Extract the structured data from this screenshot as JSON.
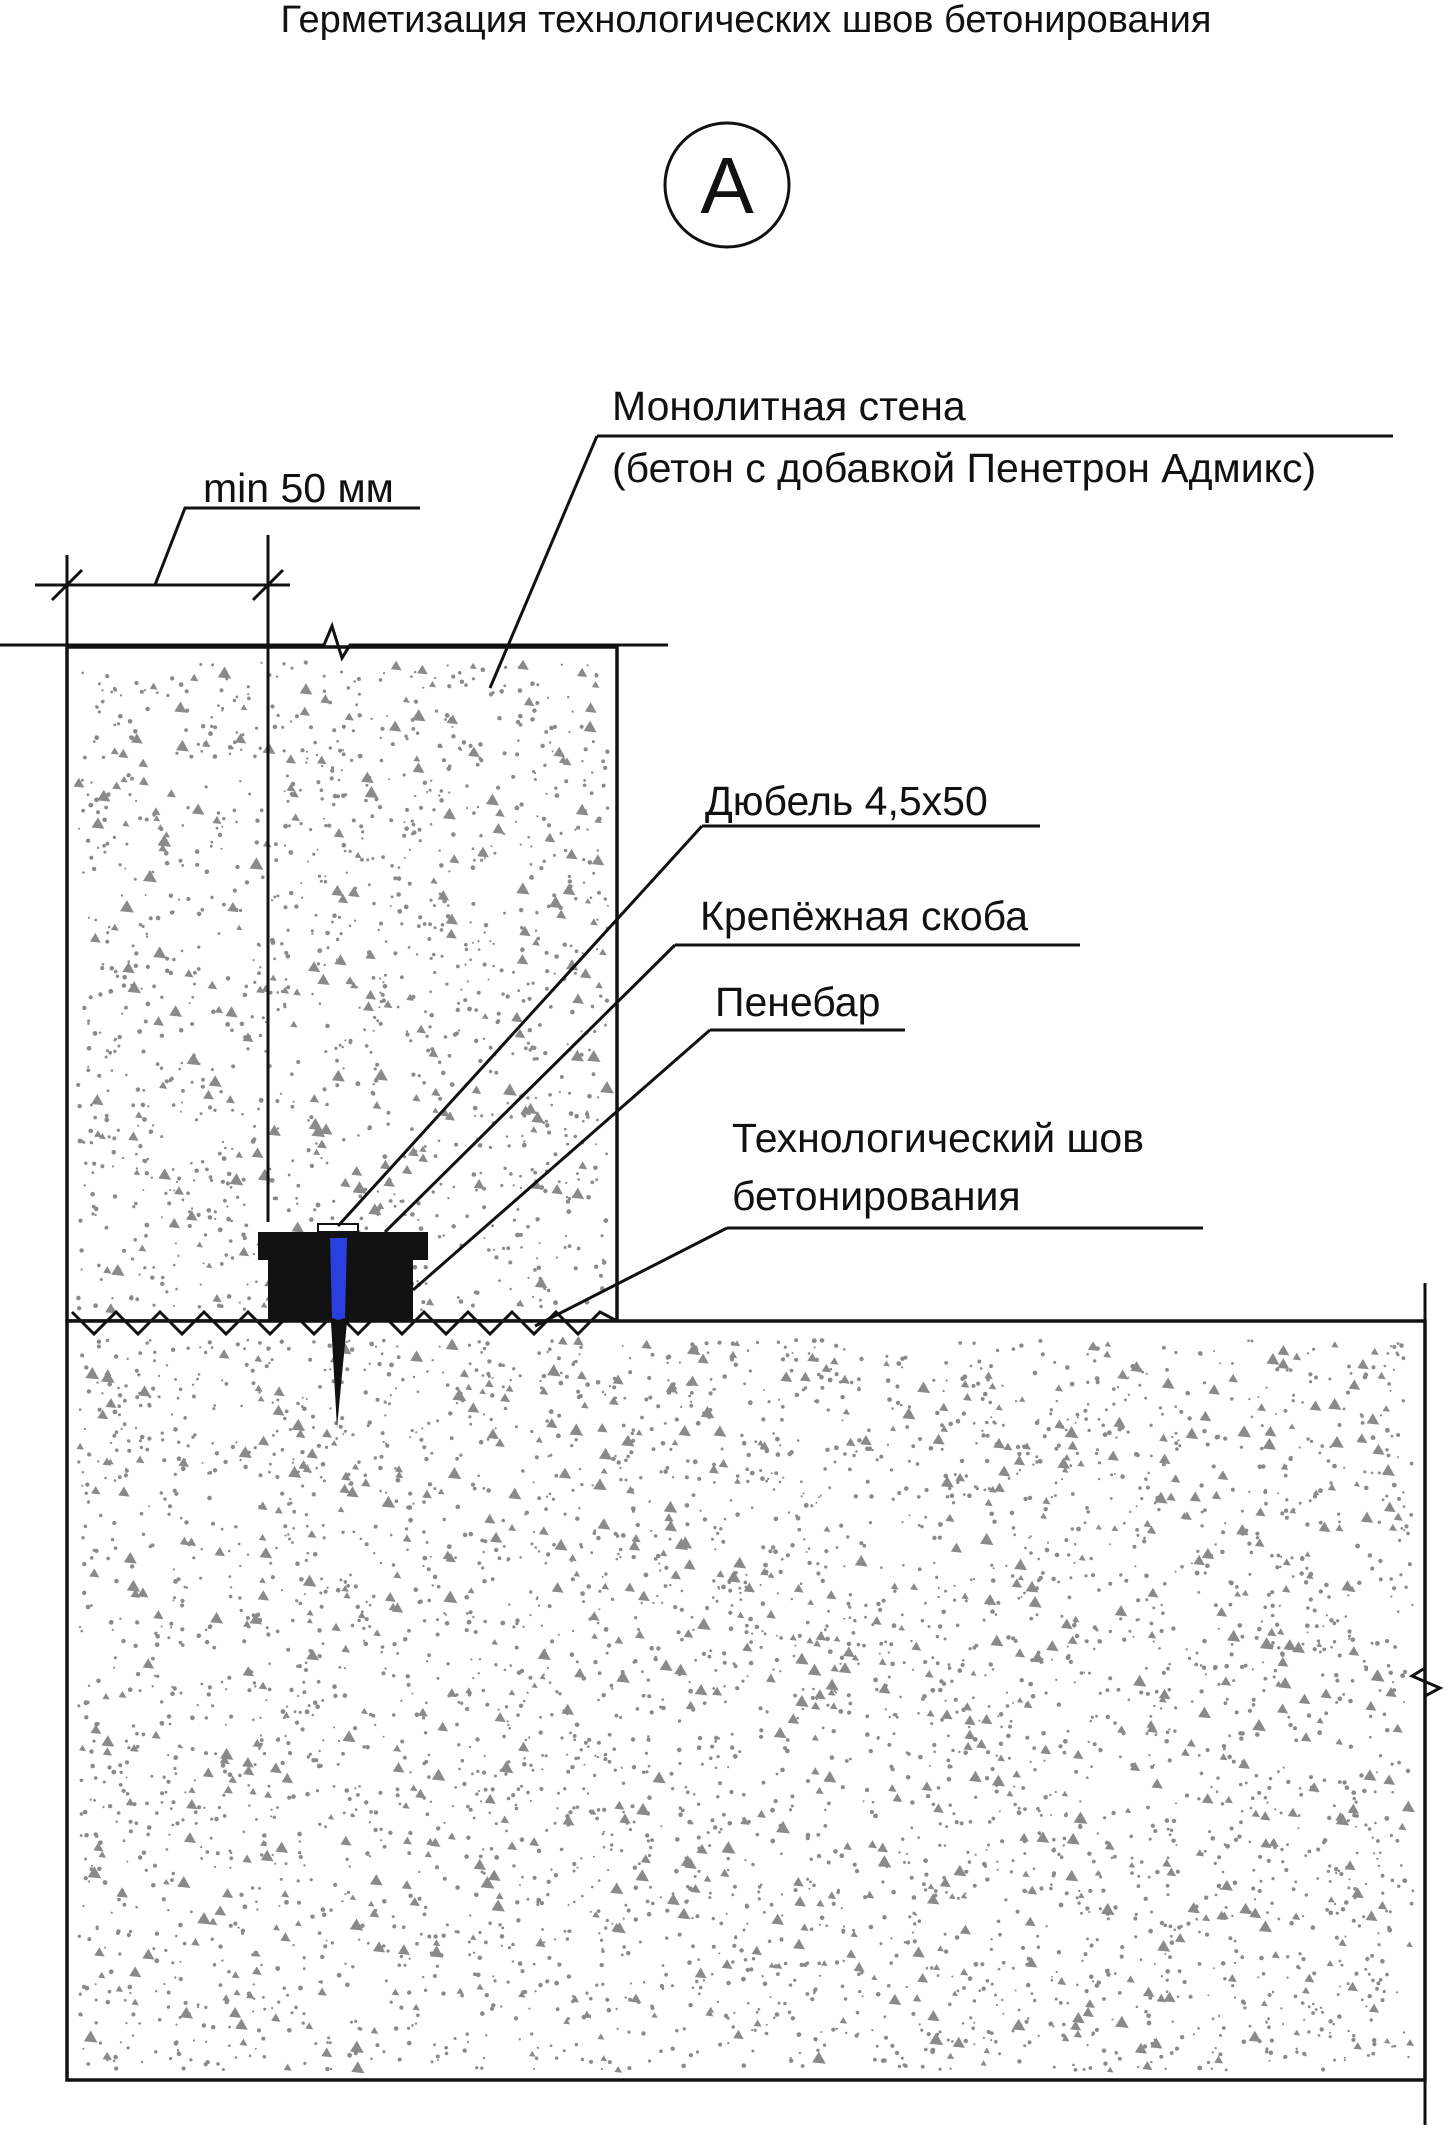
{
  "title": "Герметизация технологических швов бетонирования",
  "section_marker": "А",
  "dimension": {
    "label": "min 50 мм"
  },
  "labels": {
    "wall_line1": "Монолитная стена",
    "wall_line2": "(бетон с добавкой Пенетрон Адмикс)",
    "dowel": "Дюбель 4,5х50",
    "bracket": "Крепёжная скоба",
    "penebar": "Пенебар",
    "joint_line1": "Технологический шов",
    "joint_line2": "бетонирования"
  },
  "colors": {
    "line": "#111111",
    "concrete_fill": "#ffffff",
    "aggregate": "#8a8a8a",
    "penebar": "#111111",
    "dowel": "#2a3fe0"
  }
}
